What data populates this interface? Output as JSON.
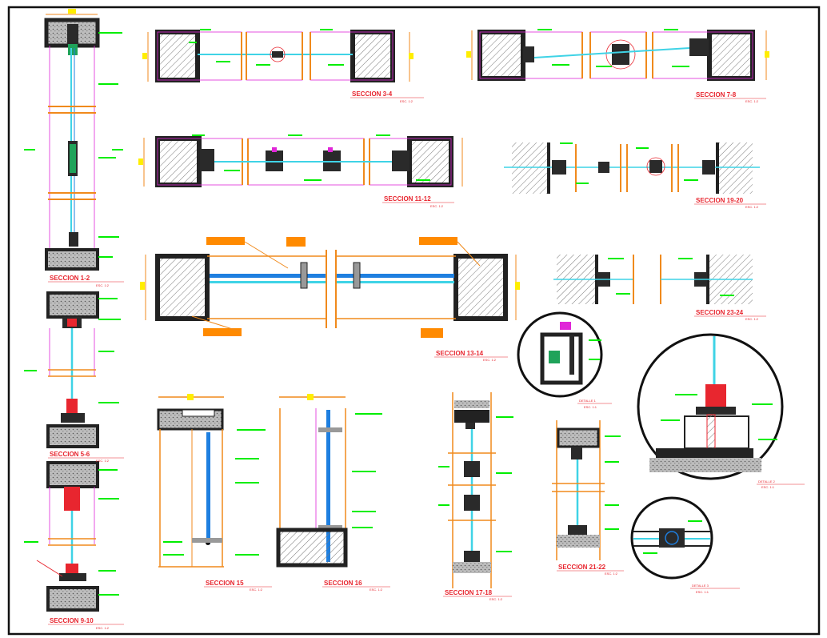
{
  "drawing": {
    "colors": {
      "border": "#111111",
      "frame": "#f08a1c",
      "glass": "#3fd3e6",
      "glass_blue": "#1e7fe0",
      "note": "#00ee00",
      "label": "#e8262f",
      "magenta": "#e026d8",
      "wall": "#2a2a2a",
      "hatch": "#7a7a7a",
      "tag": "#ff8a00",
      "yellow": "#ffee00"
    },
    "sections": [
      {
        "id": "s-1-2",
        "title": "SECCION 1-2",
        "scale": "ESC. 1:2"
      },
      {
        "id": "s-3-4",
        "title": "SECCION 3-4",
        "scale": "ESC. 1:2"
      },
      {
        "id": "s-5-6",
        "title": "SECCION 5-6",
        "scale": "ESC. 1:2"
      },
      {
        "id": "s-7-8",
        "title": "SECCION 7-8",
        "scale": "ESC. 1:2"
      },
      {
        "id": "s-9-10",
        "title": "SECCION 9-10",
        "scale": "ESC. 1:2"
      },
      {
        "id": "s-11-12",
        "title": "SECCION 11-12",
        "scale": "ESC. 1:2"
      },
      {
        "id": "s-13-14",
        "title": "SECCION 13-14",
        "scale": "ESC. 1:2"
      },
      {
        "id": "s-15",
        "title": "SECCION 15",
        "scale": "ESC. 1:2"
      },
      {
        "id": "s-16",
        "title": "SECCION 16",
        "scale": "ESC. 1:2"
      },
      {
        "id": "s-17-18",
        "title": "SECCION 17-18",
        "scale": "ESC. 1:2"
      },
      {
        "id": "s-19-20",
        "title": "SECCION 19-20",
        "scale": "ESC. 1:2"
      },
      {
        "id": "s-21-22",
        "title": "SECCION 21-22",
        "scale": "ESC. 1:2"
      },
      {
        "id": "s-23-24",
        "title": "SECCION 23-24",
        "scale": "ESC. 1:2"
      }
    ],
    "details": [
      {
        "id": "d-1",
        "title": "DETALLE 1",
        "scale": "ESC. 1:1"
      },
      {
        "id": "d-2",
        "title": "DETALLE 2",
        "scale": "ESC. 1:1"
      },
      {
        "id": "d-3",
        "title": "DETALLE 3",
        "scale": "ESC. 1:1"
      }
    ]
  }
}
